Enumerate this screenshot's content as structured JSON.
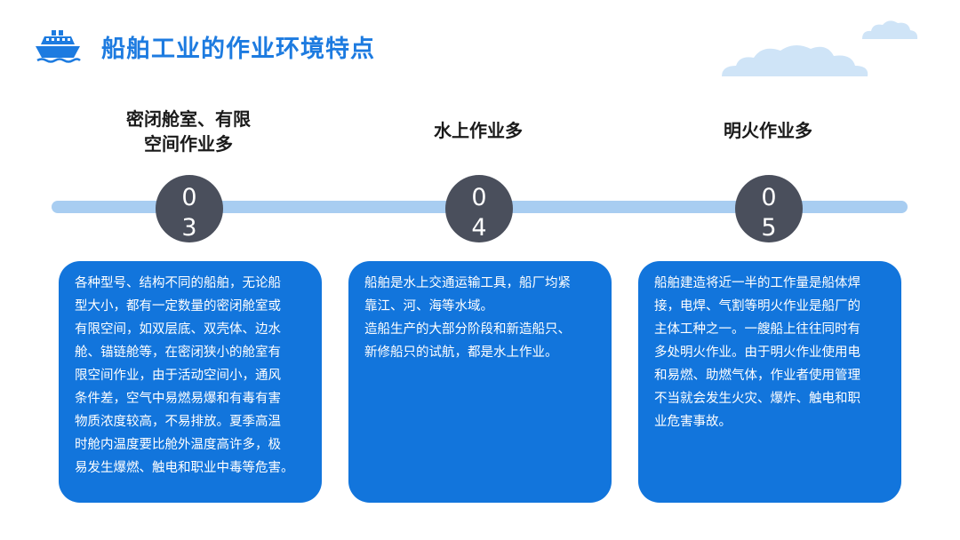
{
  "header": {
    "title": "船舶工业的作业环境特点",
    "icon": "ship-icon",
    "accent_color": "#1d7be0"
  },
  "items": [
    {
      "title": "密闭舱室、有限\n空间作业多",
      "number_top": "0",
      "number_bottom": "3",
      "description": "各种型号、结构不同的船舶，无论船\n型大小，都有一定数量的密闭舱室或\n有限空间，如双层底、双壳体、边水\n舱、锚链舱等，在密闭狭小的舱室有\n限空间作业，由于活动空间小，通风\n条件差，空气中易燃易爆和有毒有害\n物质浓度较高，不易排放。夏季高温\n时舱内温度要比舱外温度高许多，极\n易发生爆燃、触电和职业中毒等危害。"
    },
    {
      "title": "水上作业多",
      "number_top": "0",
      "number_bottom": "4",
      "description": "船舶是水上交通运输工具，船厂均紧\n靠江、河、海等水域。\n造船生产的大部分阶段和新造船只、\n新修船只的试航，都是水上作业。"
    },
    {
      "title": "明火作业多",
      "number_top": "0",
      "number_bottom": "5",
      "description": "船舶建造将近一半的工作量是船体焊\n接，电焊、气割等明火作业是船厂的\n主体工种之一。一艘船上往往同时有\n多处明火作业。由于明火作业使用电\n和易燃、助燃气体，作业者使用管理\n不当就会发生火灾、爆炸、触电和职\n业危害事故。"
    }
  ],
  "colors": {
    "card": "#1275dc",
    "node": "#4a4f5c",
    "timeline": "#a8cdf1",
    "cloud": "#cfe4f7"
  }
}
